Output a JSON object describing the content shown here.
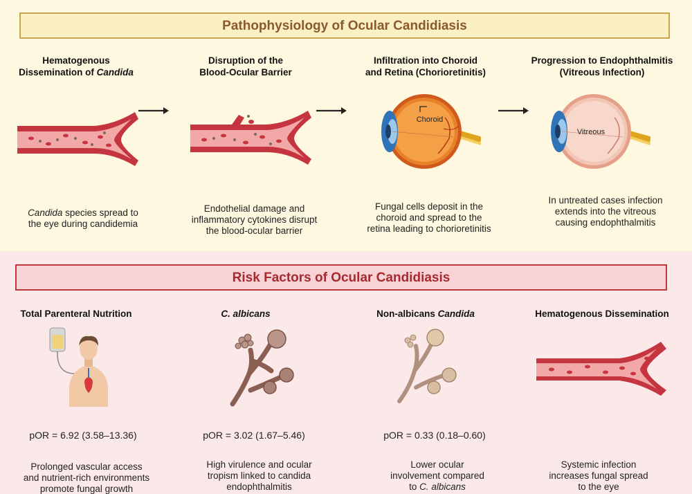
{
  "top": {
    "banner": "Pathophysiology of Ocular Candidiasis",
    "steps": [
      {
        "title_line1": "Hematogenous",
        "title_line2_pre": "Dissemination of ",
        "title_line2_em": "Candida",
        "desc_em": "Candida",
        "desc_line1_post": " species spread to",
        "desc_line2": "the eye during candidemia"
      },
      {
        "title_line1": "Disruption of the",
        "title_line2": "Blood-Ocular Barrier",
        "desc_line1": "Endothelial damage and",
        "desc_line2": "inflammatory cytokines disrupt",
        "desc_line3": "the blood-ocular barrier"
      },
      {
        "title_line1": "Infiltration into Choroid",
        "title_line2": "and Retina (Chorioretinitis)",
        "eye_label": "Choroid",
        "desc_line1": "Fungal cells deposit in the",
        "desc_line2": "choroid and spread to the",
        "desc_line3": "retina leading to chorioretinitis"
      },
      {
        "title_line1": "Progression to Endophthalmitis",
        "title_line2": "(Vitreous Infection)",
        "eye_label": "Vitreous",
        "desc_line1": "In untreated cases infection",
        "desc_line2": "extends into the vitreous",
        "desc_line3": "causing endophthalmitis"
      }
    ]
  },
  "bottom": {
    "banner": "Risk Factors of Ocular Candidiasis",
    "factors": [
      {
        "title": "Total Parenteral Nutrition",
        "por": "pOR = 6.92 (3.58–13.36)",
        "desc_line1": "Prolonged vascular access",
        "desc_line2": "and nutrient-rich environments",
        "desc_line3": "promote fungal growth"
      },
      {
        "title_em": "C. albicans",
        "por": "pOR = 3.02 (1.67–5.46)",
        "desc_line1": "High virulence and ocular",
        "desc_line2": "tropism linked to candida",
        "desc_line3": "endophthalmitis"
      },
      {
        "title_pre": "Non-albicans ",
        "title_em": "Candida",
        "por": "pOR = 0.33 (0.18–0.60)",
        "desc_line1": "Lower ocular",
        "desc_line2": "involvement compared",
        "desc_line3_pre": "to ",
        "desc_line3_em": "C. albicans"
      },
      {
        "title": "Hematogenous Dissemination",
        "desc_line1": "Systemic infection",
        "desc_line2": "increases fungal spread",
        "desc_line3": "to the eye"
      }
    ]
  },
  "colors": {
    "top_bg": "#fdf8df",
    "bottom_bg": "#fbe9ea",
    "vessel": "#c4353f",
    "vessel_inner": "#f3a8a8",
    "fungus": "#9a6e5e"
  }
}
